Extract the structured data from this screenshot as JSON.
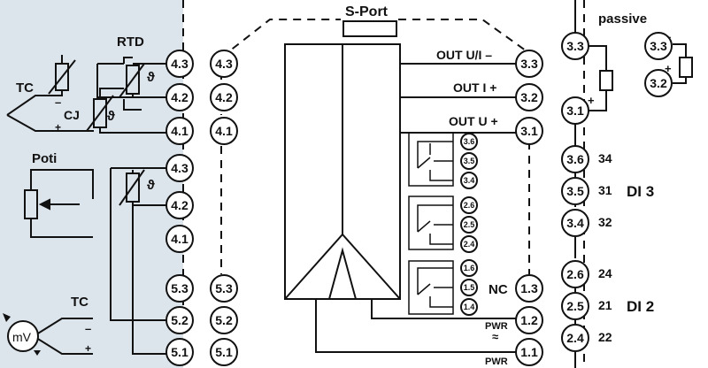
{
  "labels": {
    "sport": "S-Port",
    "rtd": "RTD",
    "tc_top": "TC",
    "cj": "CJ",
    "theta": "ϑ",
    "poti": "Poti",
    "tc_bottom": "TC",
    "mv": "mV",
    "minus": "–",
    "plus": "+",
    "passive": "passive",
    "out_ui": "OUT U/I –",
    "out_i": "OUT I +",
    "out_u": "OUT U +",
    "nc": "NC",
    "pwr_tilde": "PWR",
    "pwr": "PWR",
    "tilde": "≈",
    "di3": "DI 3",
    "di2": "DI 2"
  },
  "terminals": {
    "in_top": [
      "4.3",
      "4.2",
      "4.1"
    ],
    "in_mid": [
      "4.3",
      "4.2",
      "4.1"
    ],
    "in_bottom": [
      "5.3",
      "5.2",
      "5.1"
    ],
    "unit_top": [
      "4.3",
      "4.2",
      "4.1"
    ],
    "unit_bottom": [
      "5.3",
      "5.2",
      "5.1"
    ],
    "out": [
      "3.3",
      "3.2",
      "3.1"
    ],
    "relay3": [
      "3.6",
      "3.5",
      "3.4"
    ],
    "relay2": [
      "2.6",
      "2.5",
      "2.4"
    ],
    "relay1": [
      "1.6",
      "1.5",
      "1.4"
    ],
    "nc": "1.3",
    "pwr": [
      "1.2",
      "1.1"
    ],
    "passive_load": [
      "3.3",
      "3.1"
    ],
    "passive_src": [
      "3.3",
      "3.2"
    ],
    "di3": [
      "3.6",
      "3.5",
      "3.4"
    ],
    "di2": [
      "2.6",
      "2.5",
      "2.4"
    ]
  },
  "di_numbers": {
    "di3": [
      "34",
      "31",
      "32"
    ],
    "di2": [
      "24",
      "21",
      "22"
    ]
  },
  "colors": {
    "panel": "#dde5ec",
    "line": "#111111"
  }
}
